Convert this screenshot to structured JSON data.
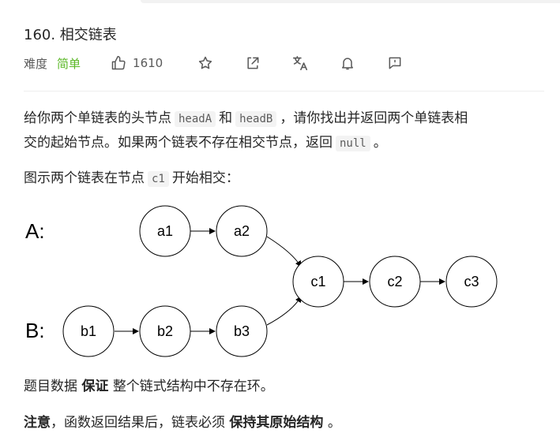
{
  "problem": {
    "title": "160. 相交链表",
    "difficulty_label": "难度",
    "difficulty": "简单",
    "likes": "1610"
  },
  "toolbar_icons": [
    "star-icon",
    "share-icon",
    "translate-icon",
    "bell-icon",
    "feedback-icon"
  ],
  "description": {
    "p1_a": "给你两个单链表的头节点",
    "p1_code1": "headA",
    "p1_b": "和",
    "p1_code2": "headB",
    "p1_c": "，请你找出并返回两个单链表相",
    "p1_d": "交的起始节点。如果两个链表不存在相交节点，返回",
    "p1_code3": "null",
    "p1_e": "。",
    "p2_a": "图示两个链表在节点",
    "p2_code": "c1",
    "p2_b": "开始相交：",
    "p3_a": "题目数据",
    "p3_bold": "保证",
    "p3_b": "整个链式结构中不存在环。",
    "p4_bold1": "注意",
    "p4_a": "，函数返回结果后，链表必须",
    "p4_bold2": "保持其原始结构",
    "p4_b": "。"
  },
  "diagram": {
    "label_a": "A:",
    "label_b": "B:",
    "nodes": {
      "a1": "a1",
      "a2": "a2",
      "b1": "b1",
      "b2": "b2",
      "b3": "b3",
      "c1": "c1",
      "c2": "c2",
      "c3": "c3"
    }
  }
}
